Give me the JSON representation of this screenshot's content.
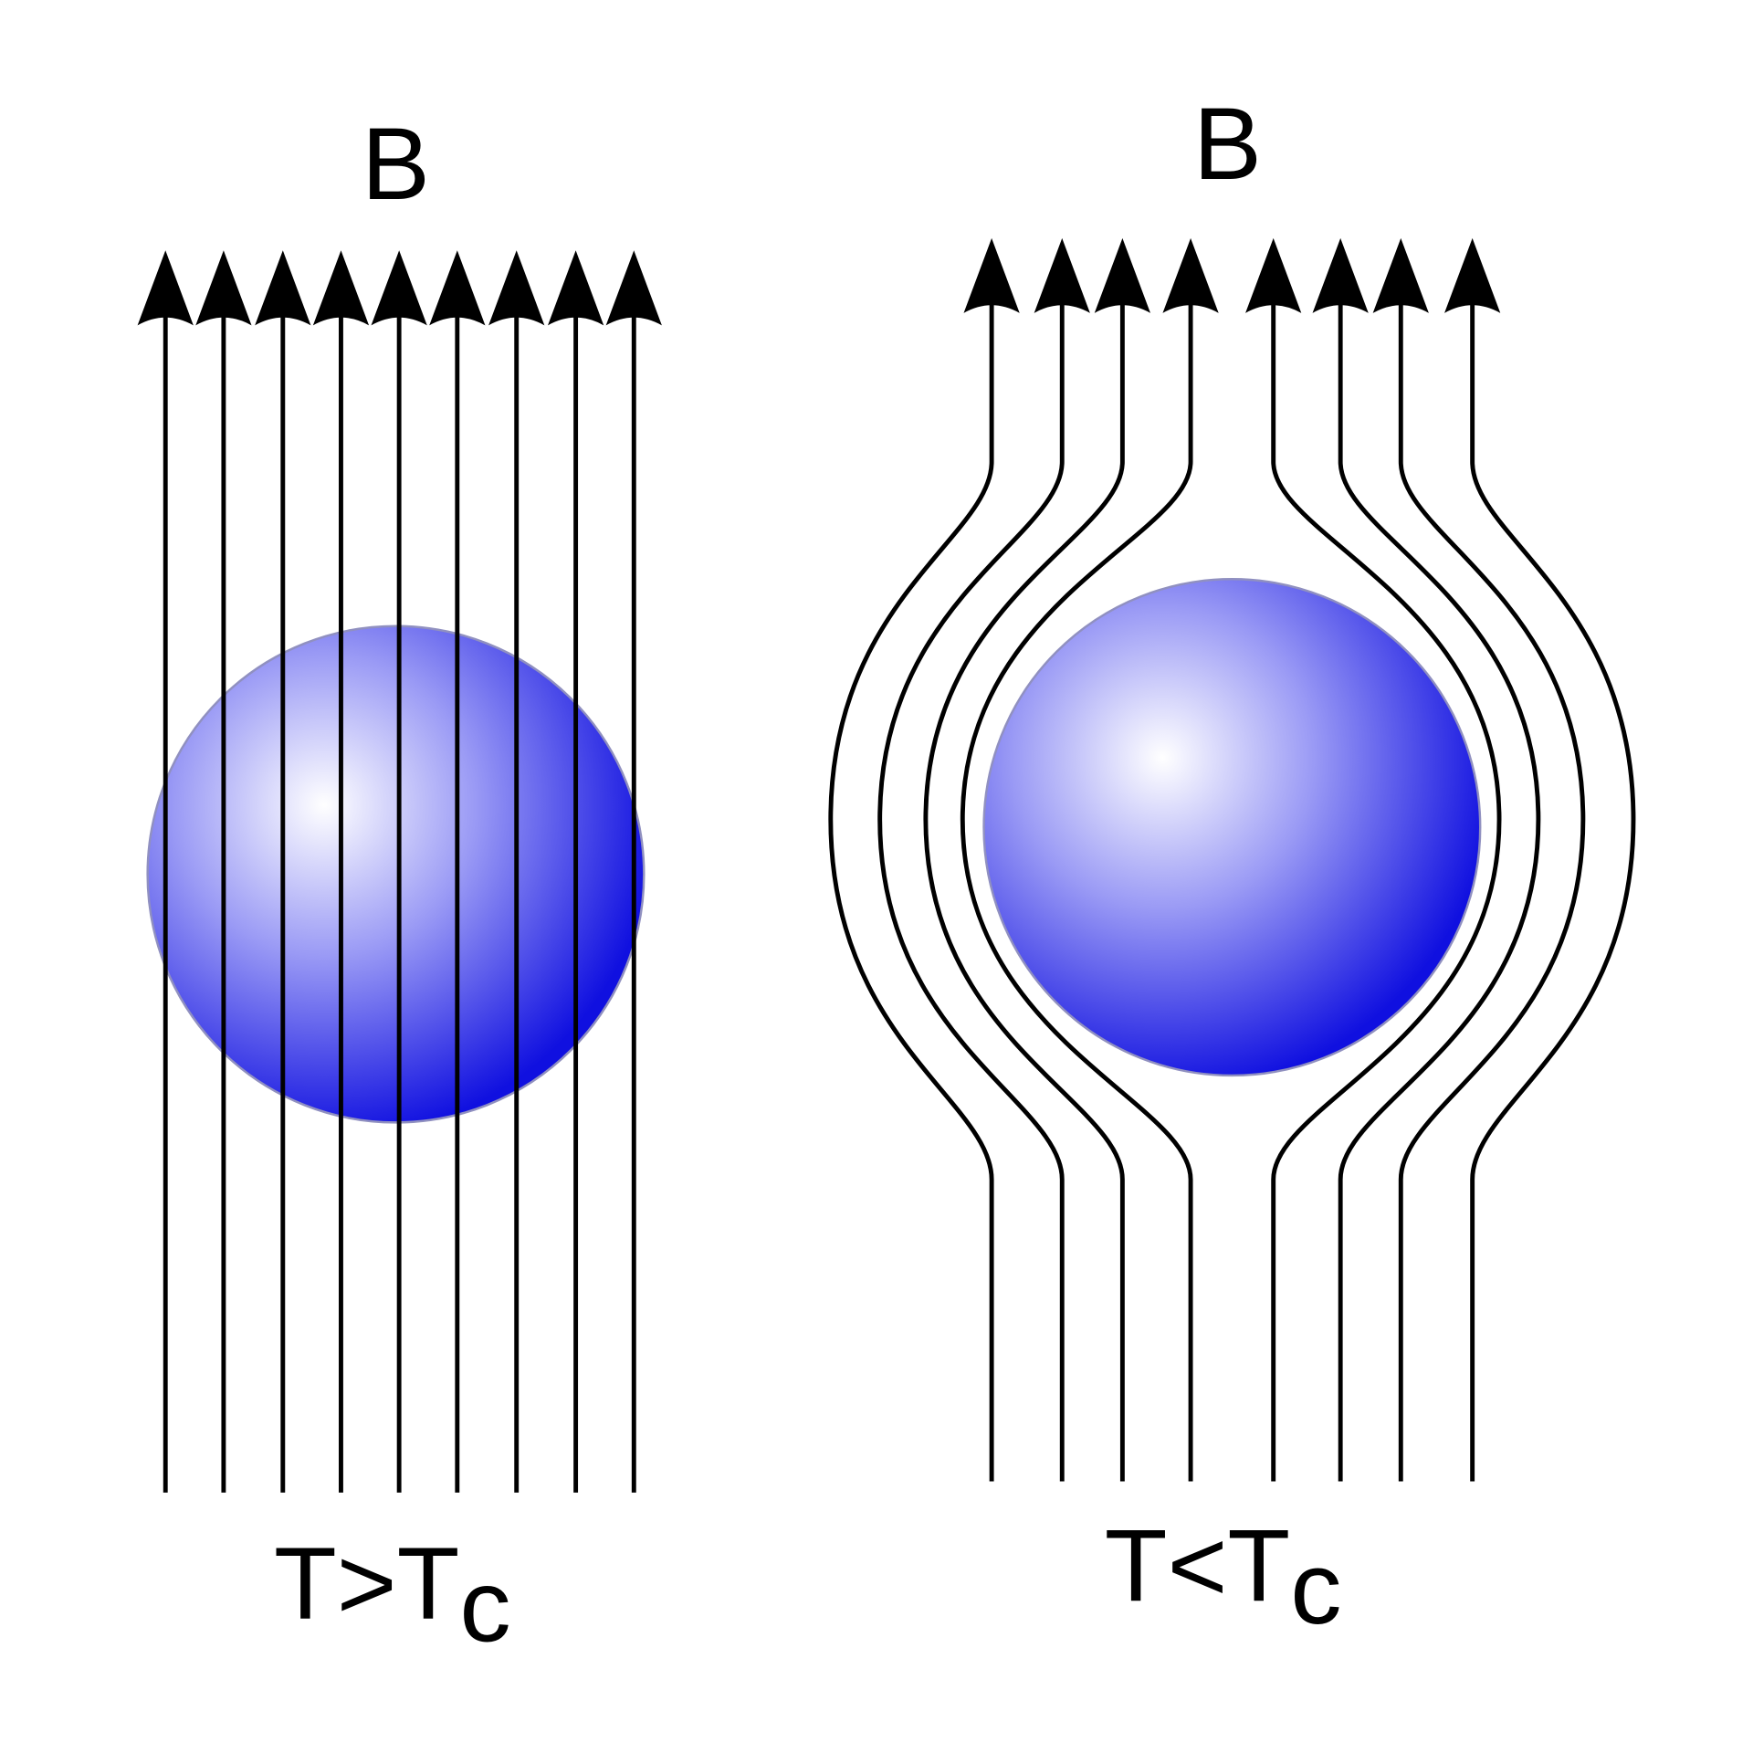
{
  "left_panel": {
    "field_label": "B",
    "condition_main": "T>T",
    "condition_sub": "c",
    "field_line_count": 9
  },
  "right_panel": {
    "field_label": "B",
    "condition_main": "T<T",
    "condition_sub": "c",
    "field_line_count": 8
  },
  "colors": {
    "sphere_highlight": "#ffffff",
    "sphere_mid": "#9a9af5",
    "sphere_dark": "#1010e0",
    "field_lines": "#000000"
  }
}
